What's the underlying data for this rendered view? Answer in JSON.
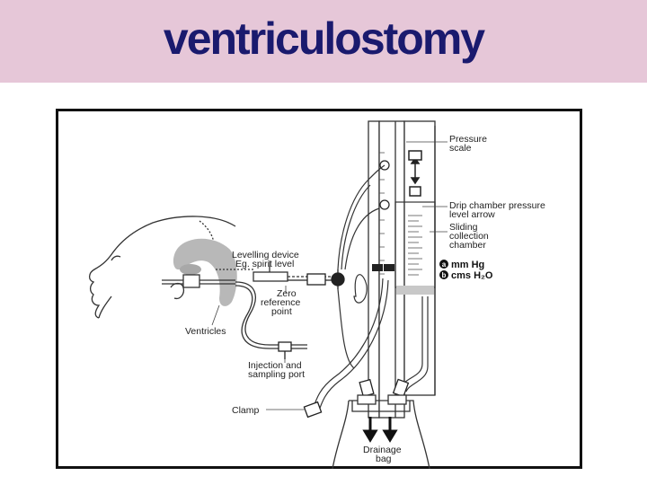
{
  "slide": {
    "title": "ventriculostomy"
  },
  "diagram": {
    "labels": {
      "pressure_scale_1": "Pressure",
      "pressure_scale_2": "scale",
      "drip_1": "Drip chamber pressure",
      "drip_2": "level arrow",
      "sliding_1": "Sliding",
      "sliding_2": "collection",
      "sliding_3": "chamber",
      "mmhg": "mm Hg",
      "cmh2o": "cms H₂O",
      "badge_a": "a",
      "badge_b": "b",
      "levelling_1": "Levelling device",
      "levelling_2": "Eg. spirit level",
      "zero_1": "Zero",
      "zero_2": "reference",
      "zero_3": "point",
      "ventricles": "Ventricles",
      "injection_1": "Injection and",
      "injection_2": "sampling port",
      "clamp": "Clamp",
      "drainage_1": "Drainage",
      "drainage_2": "bag"
    },
    "colors": {
      "title": "#1a1a6e",
      "title_bar": "#e6c7d8",
      "ventricle": "#b8b8b8",
      "line": "#333333"
    }
  }
}
